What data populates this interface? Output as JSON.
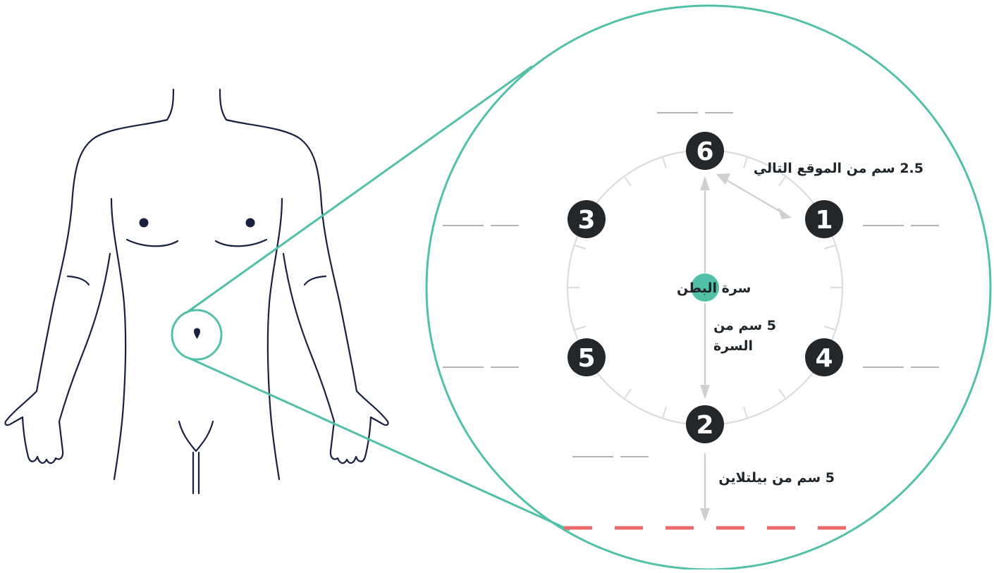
{
  "labels": {
    "navel": "سرة البطن",
    "next_site_distance": "2.5 سم من الموقع التالي",
    "from_navel_line1": "5 سم من",
    "from_navel_line2": "السرة",
    "from_beltline": "5 سم من بيلتلاين"
  },
  "sites": [
    "1",
    "2",
    "3",
    "4",
    "5",
    "6"
  ],
  "colors": {
    "outline": "#1a2040",
    "accent": "#52c0a8",
    "site_fill": "#24272a",
    "ring": "#dcdcdc",
    "arrow": "#cfcfcf",
    "beltline": "#e96b6b",
    "blank_line": "#9a9a9a"
  }
}
